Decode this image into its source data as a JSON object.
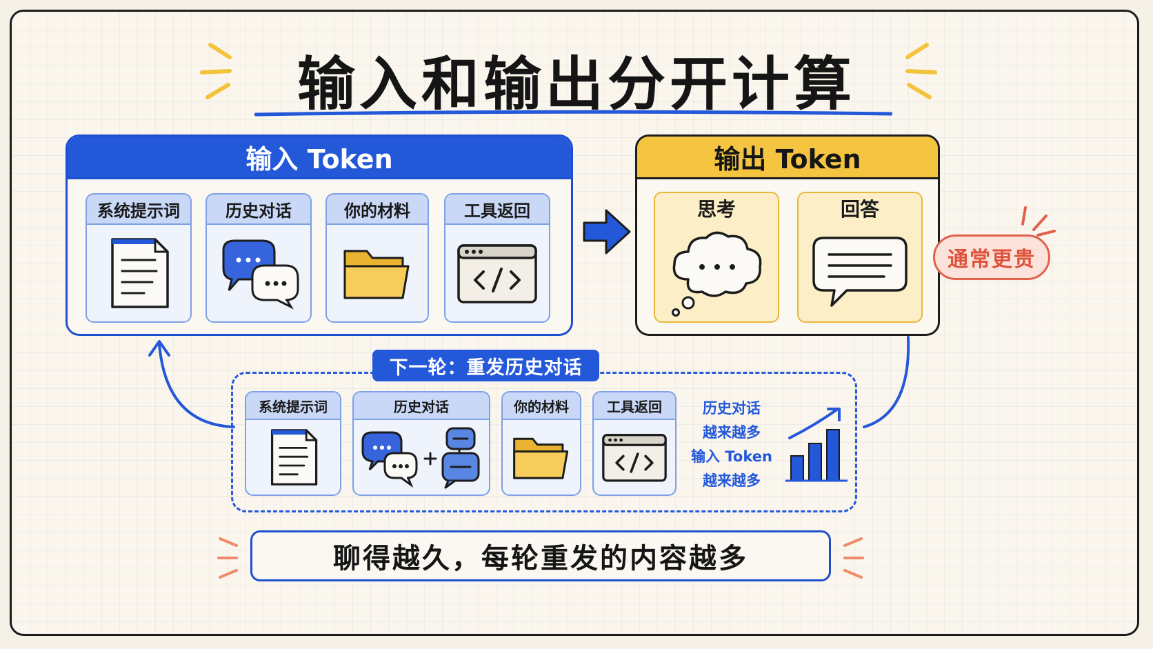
{
  "title": "输入和输出分开计算",
  "input_panel": {
    "heading": "输入 Token",
    "cards": [
      {
        "label": "系统提示词",
        "icon": "document-icon"
      },
      {
        "label": "历史对话",
        "icon": "chat-bubbles-icon"
      },
      {
        "label": "你的材料",
        "icon": "folder-icon"
      },
      {
        "label": "工具返回",
        "icon": "code-window-icon"
      }
    ]
  },
  "output_panel": {
    "heading": "输出 Token",
    "cards": [
      {
        "label": "思考",
        "icon": "thought-cloud-icon"
      },
      {
        "label": "回答",
        "icon": "speech-bubble-icon"
      }
    ],
    "badge": "通常更贵"
  },
  "next_round": {
    "tag": "下一轮：重发历史对话",
    "cards": [
      {
        "label": "系统提示词",
        "icon": "document-icon"
      },
      {
        "label": "历史对话",
        "icon": "chat-plus-robot-icon"
      },
      {
        "label": "你的材料",
        "icon": "folder-icon"
      },
      {
        "label": "工具返回",
        "icon": "code-window-icon"
      }
    ],
    "note_lines": [
      "历史对话",
      "越来越多",
      "输入 Token",
      "越来越多"
    ]
  },
  "footer": "聊得越久，每轮重发的内容越多",
  "colors": {
    "accent_blue": "#2358d9",
    "accent_yellow": "#f5c542",
    "badge_red": "#e0614c",
    "background": "#faf6ee"
  }
}
